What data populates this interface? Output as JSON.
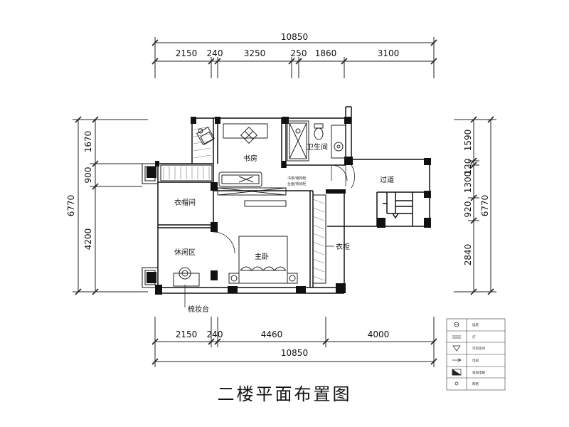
{
  "title": "二楼平面布置图",
  "top_dims": {
    "total": "10850",
    "segments": [
      "2150",
      "240",
      "3250",
      "250",
      "1860",
      "3100"
    ]
  },
  "bottom_dims": {
    "total": "10850",
    "segments": [
      "2150",
      "240",
      "4460",
      "4000"
    ]
  },
  "left_dims": {
    "total": "6770",
    "segments": [
      "1670",
      "900",
      "4200"
    ]
  },
  "right_dims": {
    "total": "6770",
    "segments": [
      "1590",
      "120",
      "1300",
      "920",
      "2840"
    ]
  },
  "rooms": {
    "study": "书房",
    "bathroom": "卫生间",
    "corridor": "过道",
    "wardrobe_room": "衣帽间",
    "lounge": "休闲区",
    "master_bedroom": "主卧",
    "wardrobe": "衣柜",
    "dresser": "梳妆台",
    "note_line1": "书架/储物柜",
    "note_line2": "台面/收纳柜"
  },
  "legend": [
    "插座",
    "灯",
    "可控吸顶",
    "电视",
    "强弱电箱",
    "网络"
  ],
  "colors": {
    "wall": "#111111",
    "line": "#222222",
    "hatch": "#777777",
    "text": "#111111"
  }
}
